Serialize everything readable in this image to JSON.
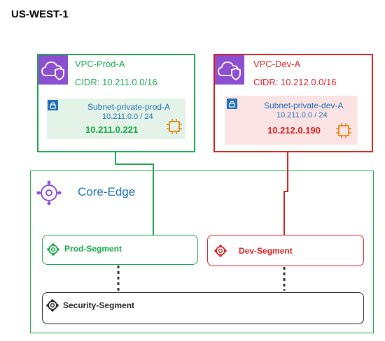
{
  "region": {
    "title": "US-WEST-1"
  },
  "vpcs": {
    "prod": {
      "name": "VPC-Prod-A",
      "cidr": "CIDR: 10.211.0.0/16",
      "subnet_name": "Subnet-private-prod-A",
      "subnet_cidr": "10.211.0.0 / 24",
      "instance_ip": "10.211.0.221",
      "color": "#1aa64a"
    },
    "dev": {
      "name": "VPC-Dev-A",
      "cidr": "CIDR: 10.212.0.0/16",
      "subnet_name": "Subnet-private-dev-A",
      "subnet_cidr": "10.211.0.0 / 24",
      "instance_ip": "10.212.0.190",
      "color": "#d41f1f"
    }
  },
  "core": {
    "title": "Core-Edge",
    "color": "#1f6fb2",
    "icon_color": "#8c4fcf"
  },
  "segments": {
    "prod": {
      "label": "Prod-Segment",
      "color": "#1aa64a"
    },
    "dev": {
      "label": "Dev-Segment",
      "color": "#d41f1f"
    },
    "security": {
      "label": "Security-Segment",
      "color": "#222222"
    }
  },
  "icons": {
    "vpc": "cloud-shield-icon",
    "subnet": "lock-icon",
    "instance": "chip-icon",
    "core": "network-hub-icon",
    "segment": "segment-ring-icon"
  }
}
